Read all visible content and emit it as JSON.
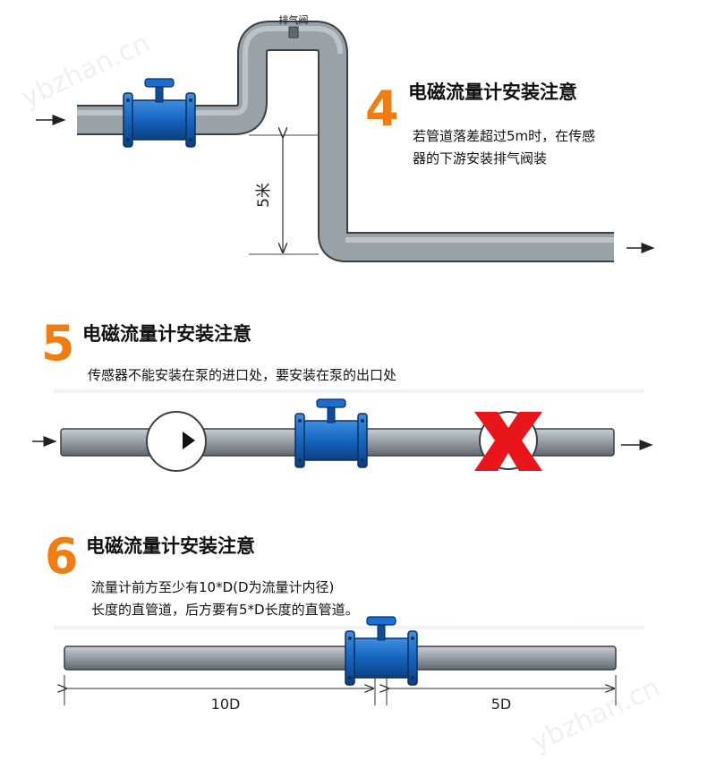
{
  "colors": {
    "pipe": "#8e969c",
    "pipe_edge": "#3a3f44",
    "meter_blue": "#1565c0",
    "accent_orange": "#f07d12",
    "cross_red": "#e8151b",
    "text_dark": "#111111"
  },
  "watermark": "ybzhan.cn",
  "sections": [
    {
      "number": "4",
      "title": "电磁流量计安装注意",
      "lines": [
        "若管道落差超过5m时，在传感",
        "器的下游安装排气阀装"
      ],
      "labels": {
        "valve": "排气阀",
        "height": "5米"
      }
    },
    {
      "number": "5",
      "title": "电磁流量计安装注意",
      "lines": [
        "传感器不能安装在泵的进口处，要安装在泵的出口处"
      ]
    },
    {
      "number": "6",
      "title": "电磁流量计安装注意",
      "lines": [
        "流量计前方至少有10*D(D为流量计内径)",
        "长度的直管道，后方要有5*D长度的直管道。"
      ],
      "labels": {
        "upstream": "10D",
        "downstream": "5D"
      }
    }
  ]
}
